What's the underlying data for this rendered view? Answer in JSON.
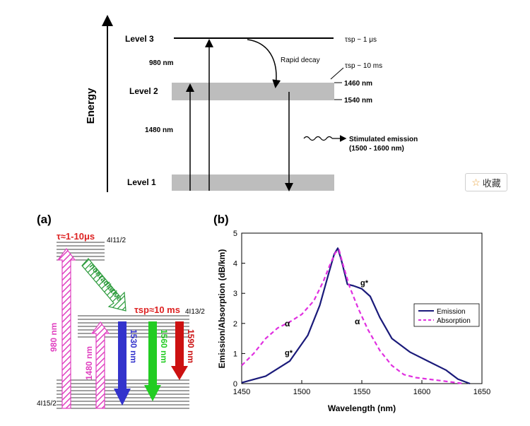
{
  "top_diagram": {
    "energy_axis_label": "Energy",
    "levels": [
      {
        "name": "Level 3",
        "lifetime": "τsp ~ 1 μs"
      },
      {
        "name": "Level 2",
        "lifetime": "τsp ~ 10 ms",
        "band_top": "1460 nm",
        "band_bottom": "1540 nm"
      },
      {
        "name": "Level 1"
      }
    ],
    "pump_980": "980 nm",
    "pump_1480": "1480 nm",
    "rapid_decay": "Rapid decay",
    "stimulated_emission": "Stimulated emission",
    "stimulated_emission_range": "(1500 - 1600 nm)"
  },
  "favorite_button": {
    "icon": "star-icon",
    "label": "收藏"
  },
  "panel_a": {
    "tag": "(a)",
    "lifetime_top": "τ≈1-10μs",
    "lifetime_mid": "τsp≈10 ms",
    "level_4I11": "4I11/2",
    "level_4I13": "4I13/2",
    "level_4I15": "4I15/2",
    "nonradiative": "nonradiative",
    "pump_980": "980 nm",
    "pump_1480": "1480 nm",
    "emission_1530": "1530 nm",
    "emission_1560": "1560 nm",
    "emission_1590": "1590 nm",
    "colors": {
      "pump": "#e040c0",
      "red": "#dd2222",
      "blue": "#3333cc",
      "green": "#22cc22",
      "darkred": "#cc1111"
    }
  },
  "panel_b": {
    "tag": "(b)",
    "g_star_upper": "g*",
    "alpha_upper": "α",
    "alpha_left": "α",
    "g_star_lower": "g*"
  },
  "chart_data": {
    "type": "line",
    "xlabel": "Wavelength (nm)",
    "ylabel": "Emission/Absorption (dB/km)",
    "xlim": [
      1450,
      1650
    ],
    "ylim": [
      0,
      5
    ],
    "xticks": [
      1450,
      1500,
      1550,
      1600,
      1650
    ],
    "yticks": [
      0,
      1,
      2,
      3,
      4,
      5
    ],
    "legend_position": "right",
    "series": [
      {
        "name": "Emission",
        "color": "#1a1a7a",
        "style": "solid",
        "x": [
          1450,
          1470,
          1490,
          1505,
          1515,
          1522,
          1527,
          1530,
          1533,
          1538,
          1543,
          1550,
          1557,
          1565,
          1575,
          1590,
          1605,
          1620,
          1630,
          1640
        ],
        "y": [
          0.03,
          0.25,
          0.75,
          1.6,
          2.6,
          3.6,
          4.3,
          4.5,
          4.1,
          3.3,
          3.25,
          3.15,
          2.9,
          2.2,
          1.5,
          1.05,
          0.75,
          0.45,
          0.15,
          0.0
        ]
      },
      {
        "name": "Absorption",
        "color": "#e030e0",
        "style": "dashed",
        "x": [
          1450,
          1460,
          1470,
          1480,
          1490,
          1500,
          1510,
          1518,
          1524,
          1528,
          1531,
          1534,
          1540,
          1547,
          1555,
          1565,
          1575,
          1585,
          1595,
          1605,
          1615,
          1625,
          1635
        ],
        "y": [
          0.6,
          1.0,
          1.5,
          1.85,
          2.05,
          2.3,
          2.75,
          3.4,
          4.0,
          4.35,
          4.45,
          4.0,
          3.2,
          2.5,
          1.8,
          1.1,
          0.6,
          0.3,
          0.2,
          0.15,
          0.1,
          0.05,
          0.0
        ]
      }
    ]
  }
}
